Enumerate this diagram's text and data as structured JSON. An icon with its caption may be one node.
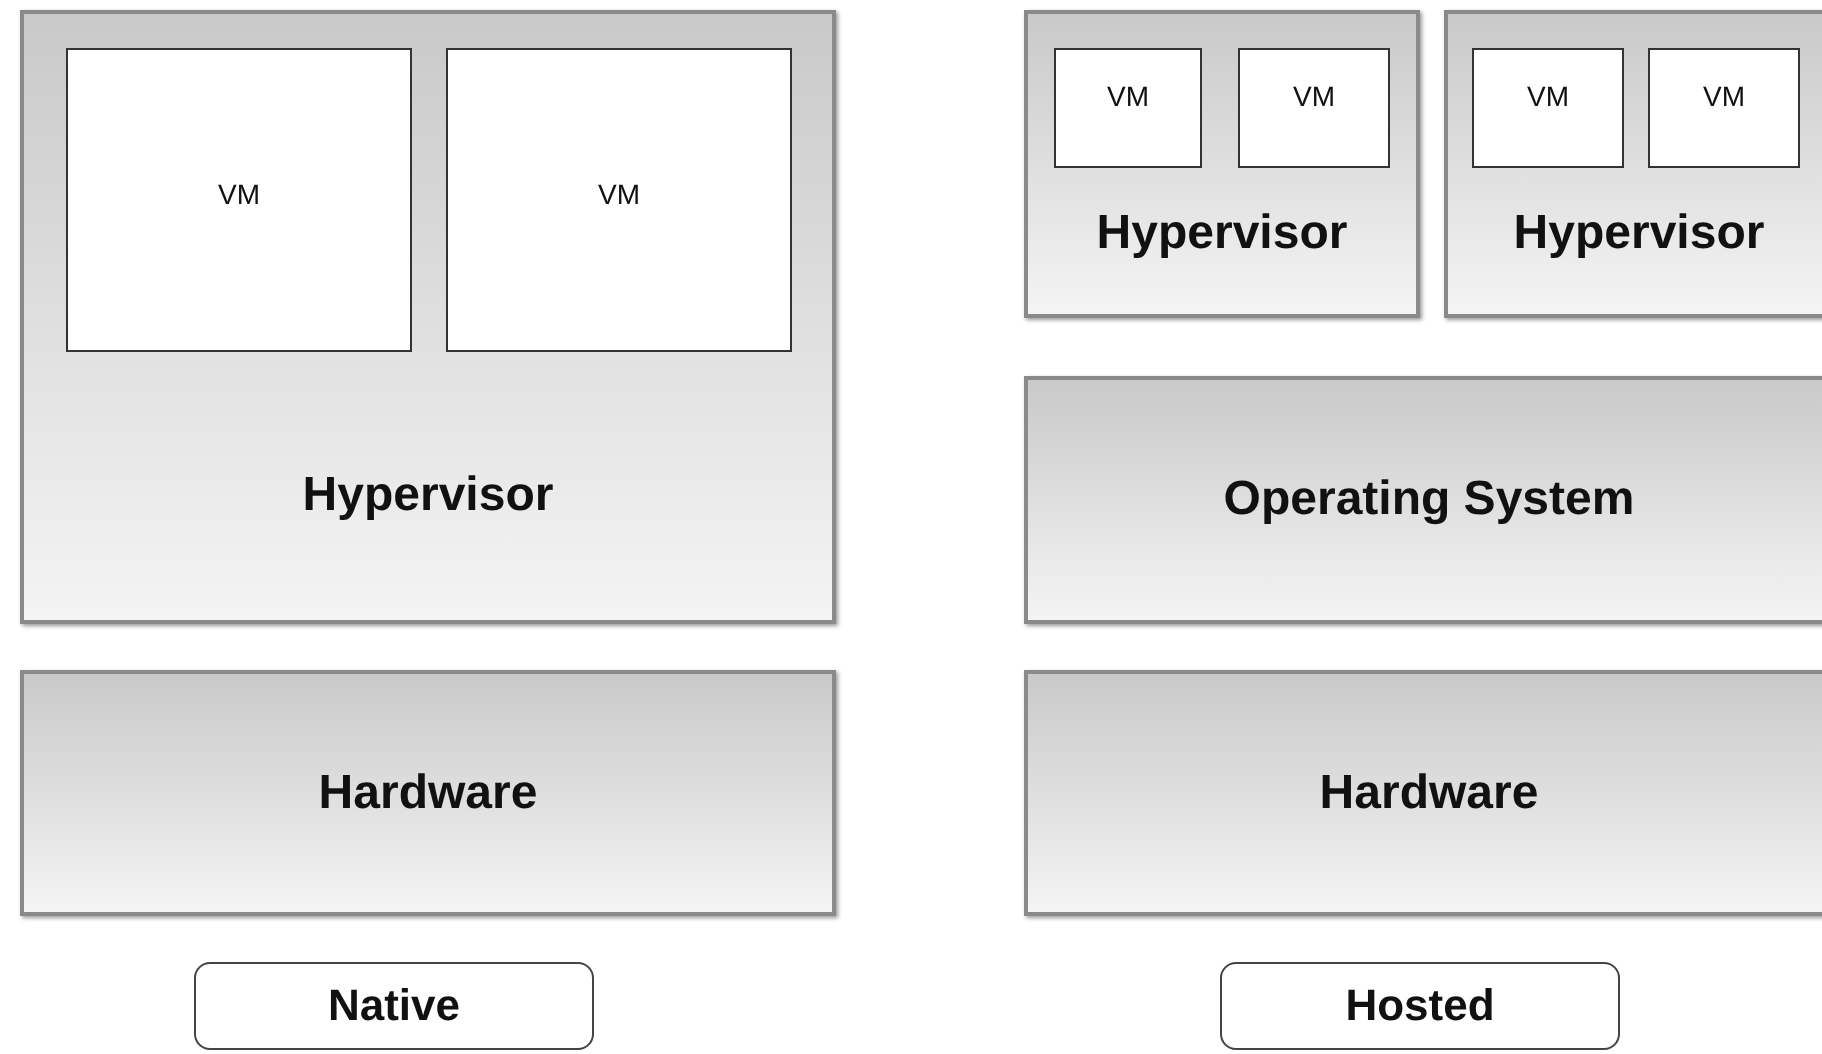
{
  "diagram": {
    "nodes": [
      {
        "text": [
          "Hypervisor"
        ]
      },
      {
        "text": [
          "VM"
        ],
        "in": 0
      },
      {
        "text": [
          "VM"
        ],
        "in": 0
      },
      {
        "text": [
          "Hardware"
        ]
      },
      {
        "text": [
          "Native"
        ]
      },
      {
        "text": [
          "Hypervisor"
        ]
      },
      {
        "text": [
          "VM"
        ],
        "in": 5
      },
      {
        "text": [
          "VM"
        ],
        "in": 5
      },
      {
        "text": [
          "Hypervisor"
        ]
      },
      {
        "text": [
          "VM"
        ],
        "in": 8
      },
      {
        "text": [
          "VM"
        ],
        "in": 8
      },
      {
        "text": [
          "Operating System"
        ]
      },
      {
        "text": [
          "Hardware"
        ]
      },
      {
        "text": [
          "Hosted"
        ]
      }
    ],
    "edges": []
  }
}
